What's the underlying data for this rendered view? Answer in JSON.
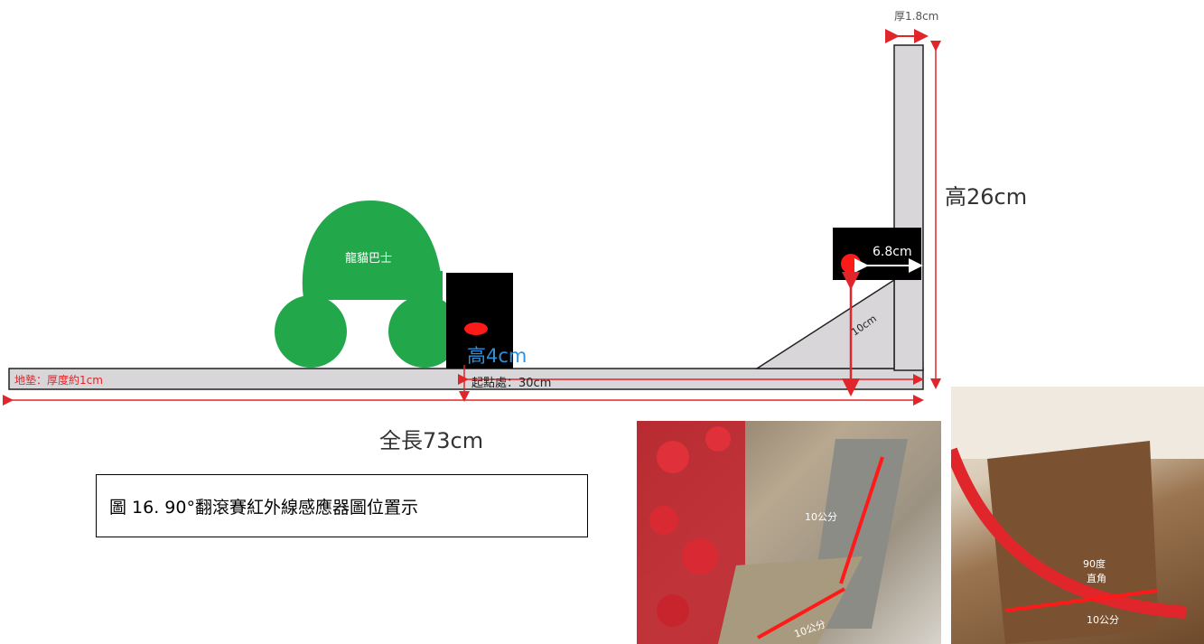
{
  "labels": {
    "thickness_top": "厚1.8cm",
    "height_total": "高26cm",
    "bus_name": "龍貓巴士",
    "sensor_width": "6.8cm",
    "sensor_height": "10cm",
    "block_height": "高4cm",
    "mat_label": "地墊：厚度約1cm",
    "start_distance": "起點處：30cm",
    "total_length": "全長73cm"
  },
  "caption": "圖 16. 90°翻滾賽紅外線感應器圖位置示",
  "photo1": {
    "label_a": "10公分",
    "label_b": "10公分"
  },
  "photo2": {
    "label_angle_1": "90度",
    "label_angle_2": "直角",
    "label_len": "10公分"
  },
  "colors": {
    "board_fill": "#d9d6da",
    "bus_green": "#22a84a",
    "sensor_black": "#000000",
    "sensor_dot": "#ff1a1a",
    "arrow_red": "#e0262a",
    "mat_text": "#e0262a",
    "blue_text": "#2f8fd8"
  }
}
